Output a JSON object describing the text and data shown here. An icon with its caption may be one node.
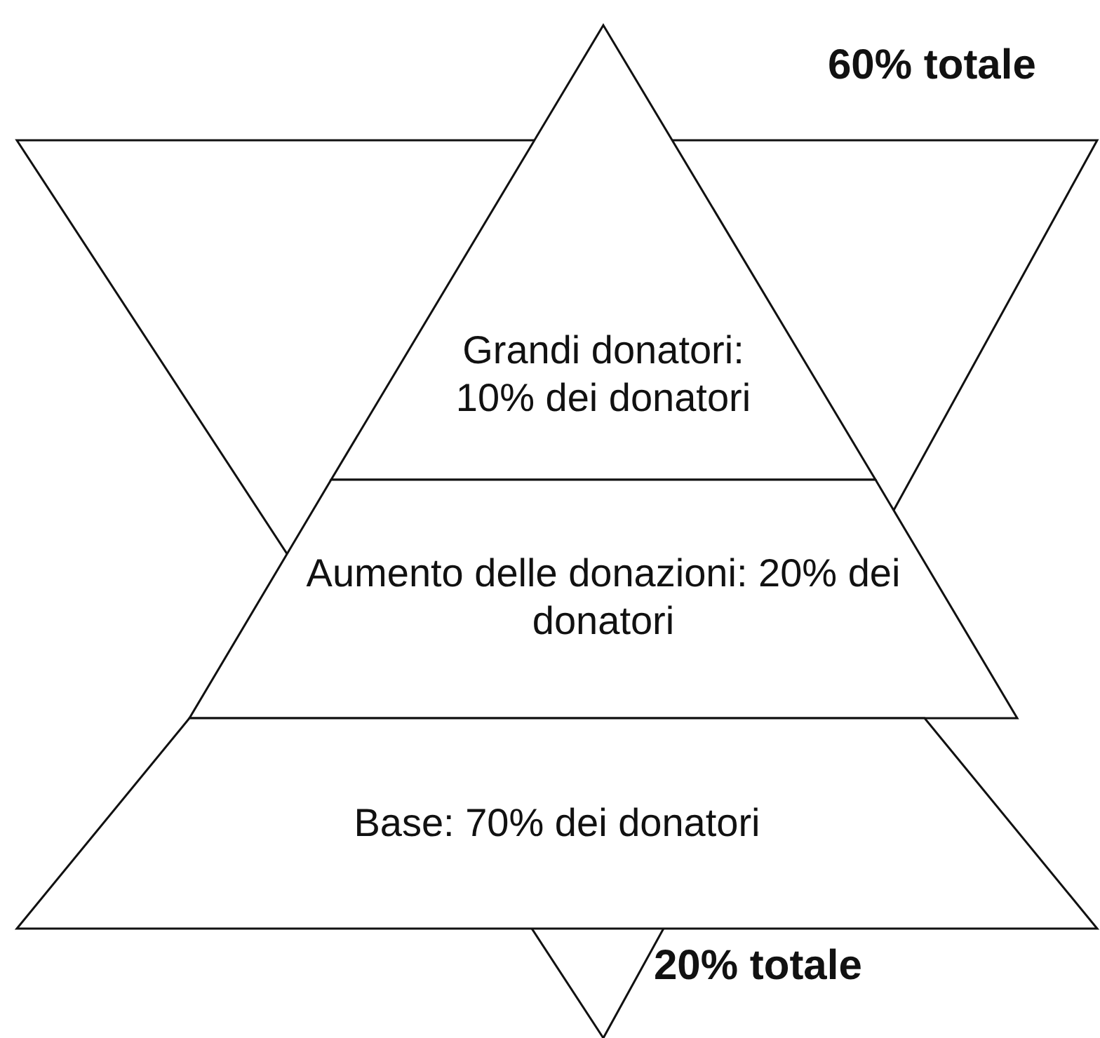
{
  "diagram": {
    "nodes": [
      {
        "text": [
          "Grandi donatori: 10% dei donatori"
        ]
      },
      {
        "text": [
          "Aumento delle donazioni: 20% dei donatori"
        ]
      },
      {
        "text": [
          "Base: 70% dei donatori"
        ]
      }
    ],
    "labels": [
      "60% totale",
      "20% totale"
    ]
  }
}
